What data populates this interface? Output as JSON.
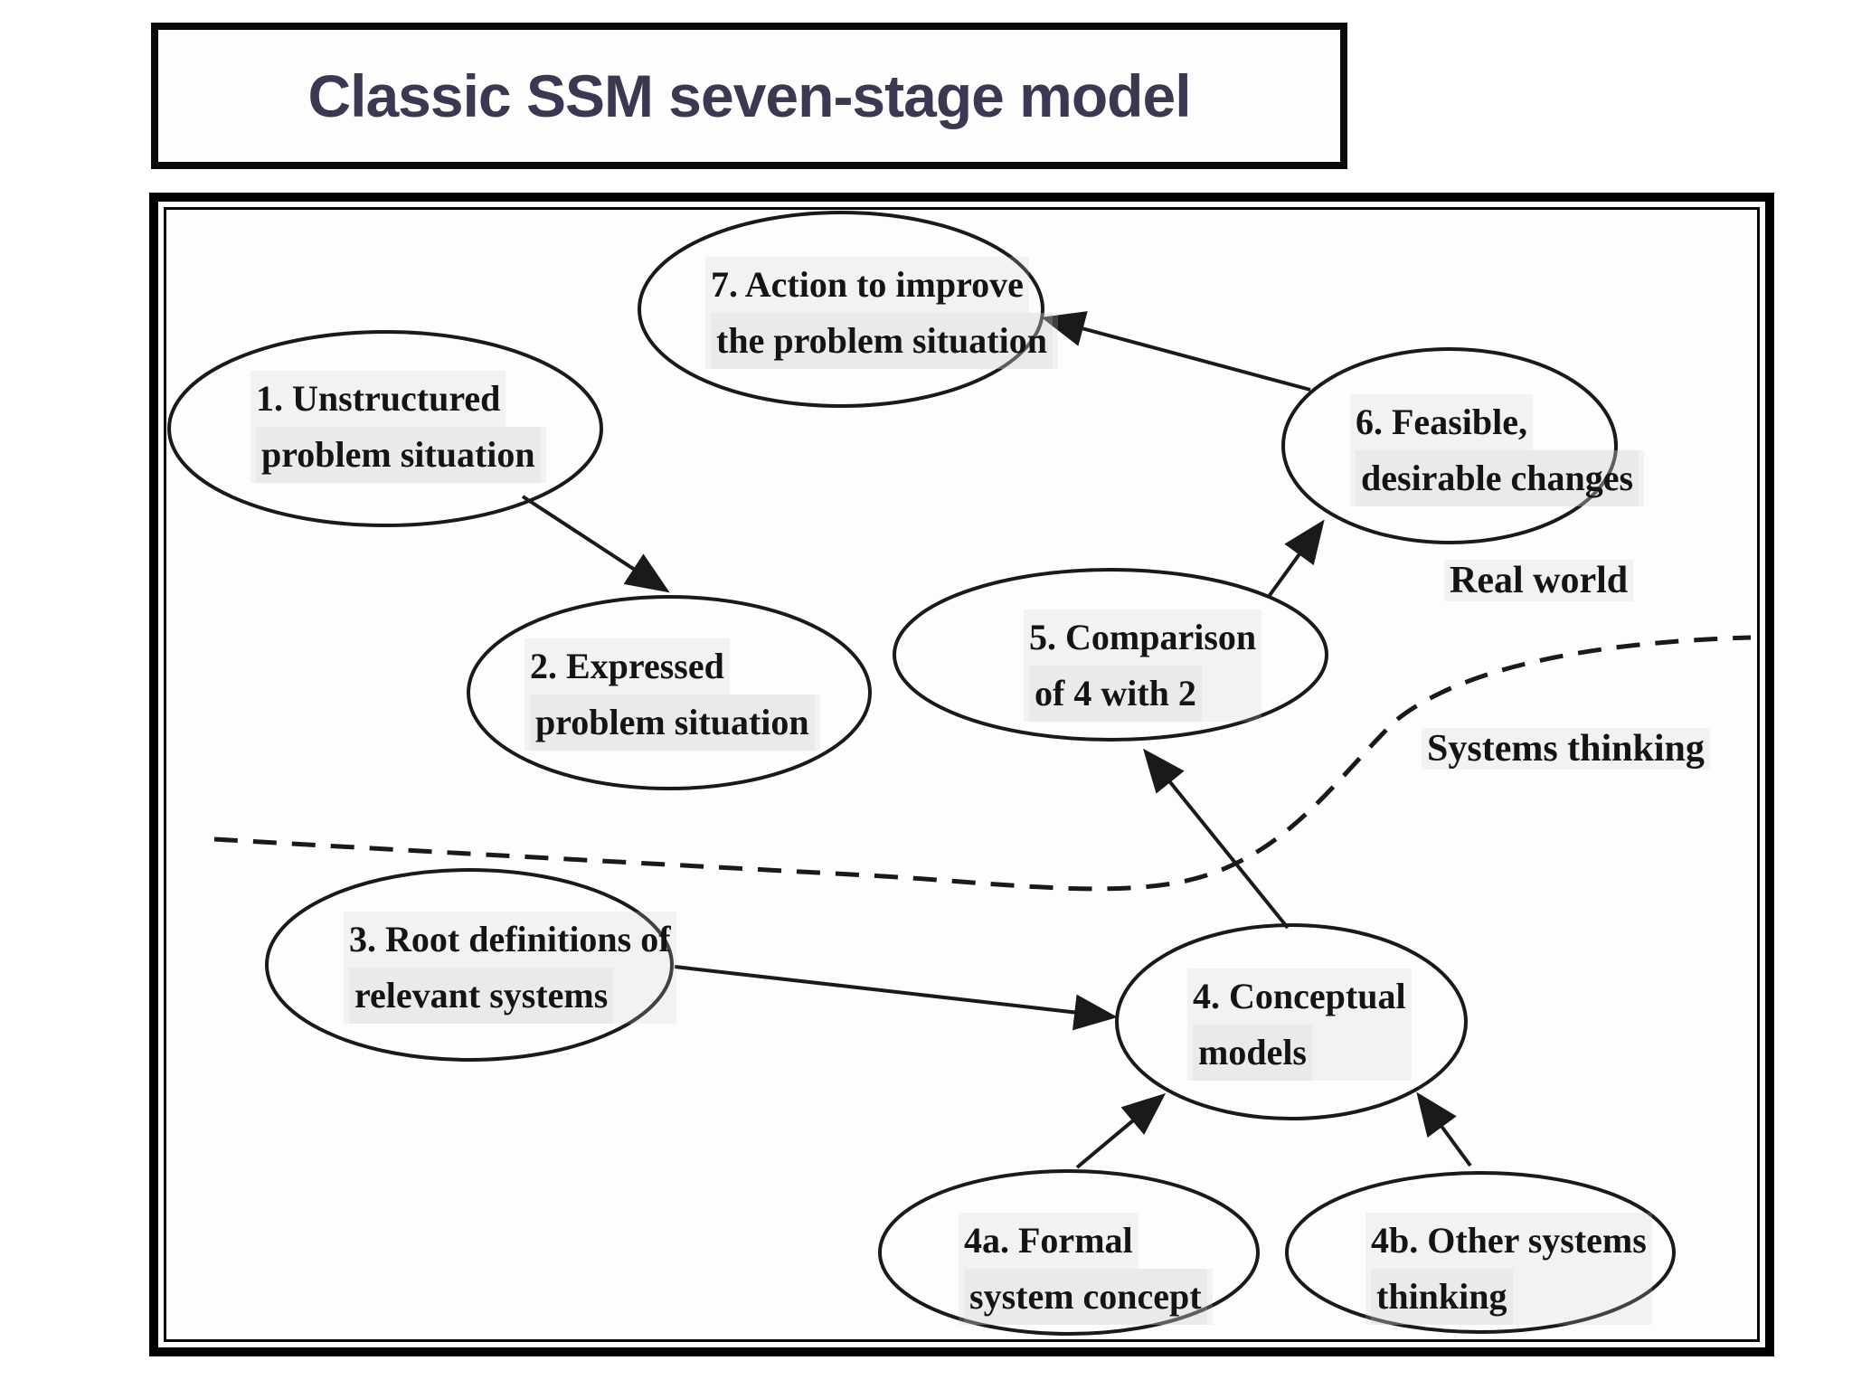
{
  "slide": {
    "title": "Classic SSM seven-stage model",
    "title_color": "#3e3752"
  },
  "diagram": {
    "nodes": {
      "n1": {
        "line1": "1. Unstructured",
        "line2": "problem situation"
      },
      "n2": {
        "line1": "2. Expressed",
        "line2": "problem situation"
      },
      "n3": {
        "line1": "3. Root definitions of",
        "line2": "relevant systems"
      },
      "n4": {
        "line1": "4. Conceptual",
        "line2": "models"
      },
      "n4a": {
        "line1": "4a. Formal",
        "line2": "system concept"
      },
      "n4b": {
        "line1": "4b. Other systems",
        "line2": "thinking"
      },
      "n5": {
        "line1": "5. Comparison",
        "line2": "of 4 with 2"
      },
      "n6": {
        "line1": "6. Feasible,",
        "line2": "desirable changes"
      },
      "n7": {
        "line1": "7. Action to improve",
        "line2": "the problem situation"
      }
    },
    "region_labels": {
      "real_world": "Real world",
      "systems_thinking": "Systems thinking"
    },
    "edges": [
      {
        "from": "1",
        "to": "2"
      },
      {
        "from": "3",
        "to": "4"
      },
      {
        "from": "4a",
        "to": "4"
      },
      {
        "from": "4b",
        "to": "4"
      },
      {
        "from": "4",
        "to": "5"
      },
      {
        "from": "5",
        "to": "6"
      },
      {
        "from": "6",
        "to": "7"
      }
    ],
    "boundary": {
      "style": "dashed",
      "separates": [
        "Real world",
        "Systems thinking"
      ]
    },
    "colors": {
      "ink": "#1a1a1a",
      "border": "#000000",
      "background": "#ffffff"
    }
  }
}
